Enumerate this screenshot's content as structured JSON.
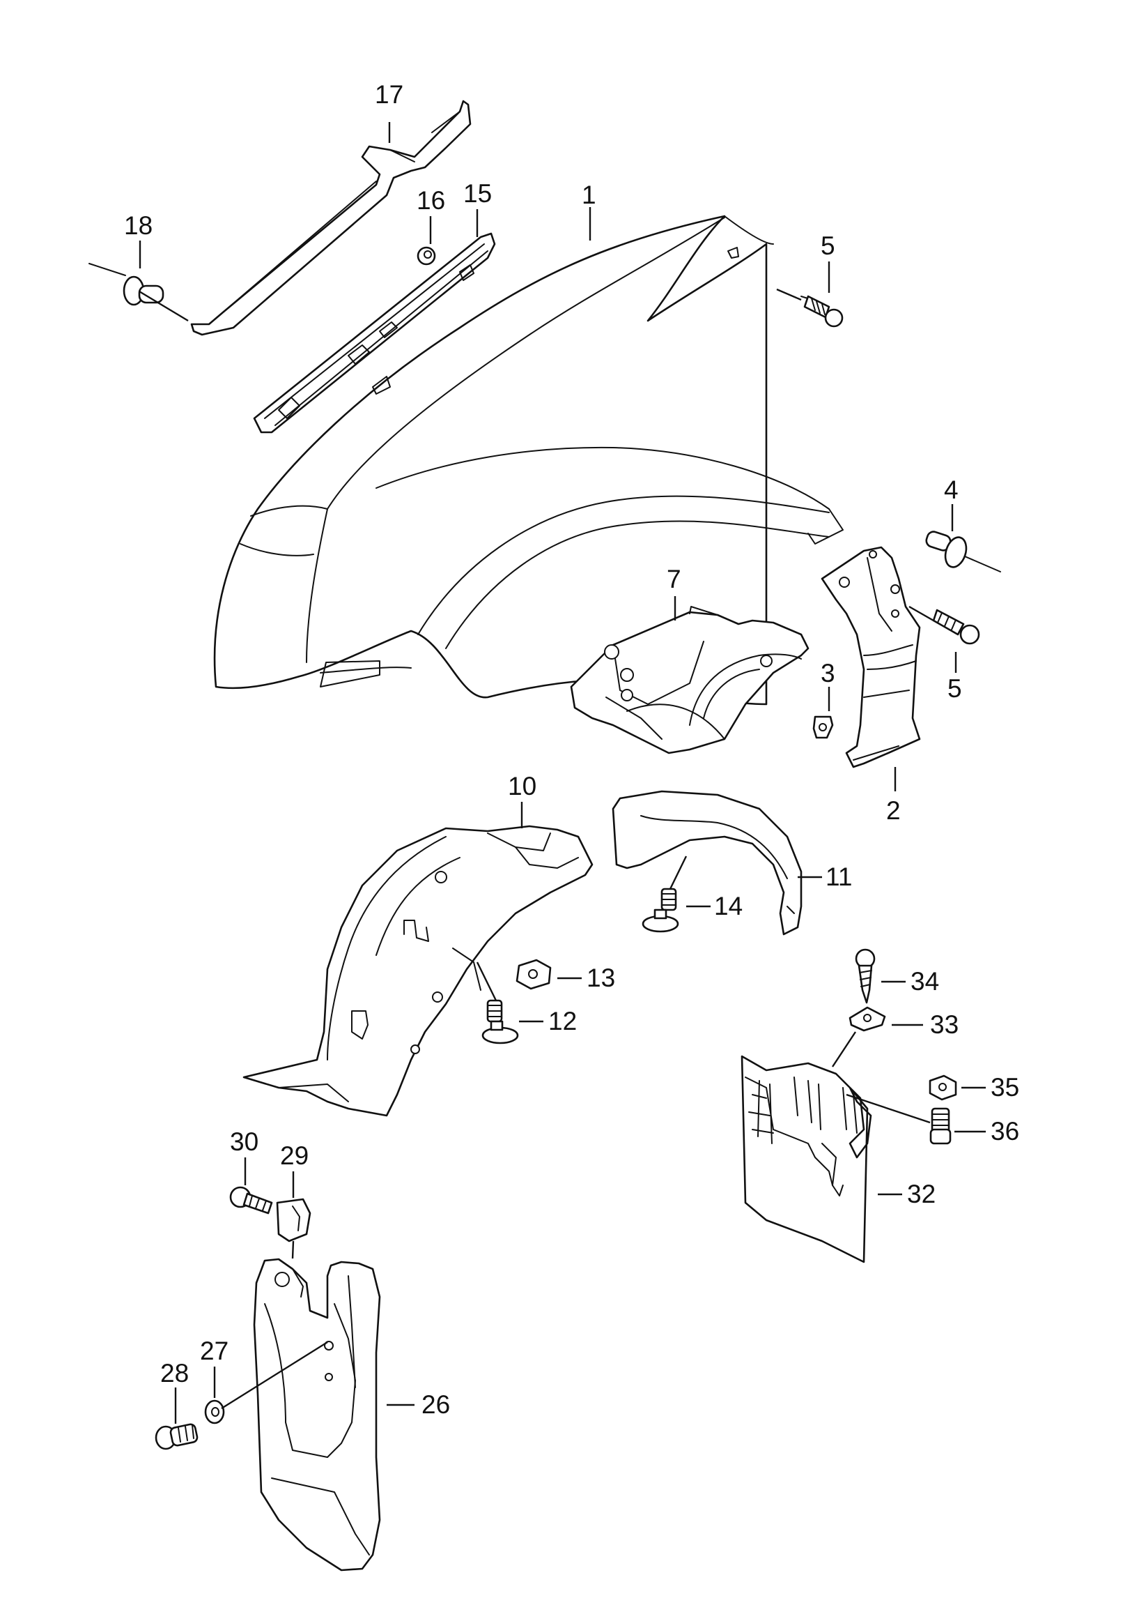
{
  "diagram": {
    "type": "exploded-parts-diagram",
    "line_color": "#111111",
    "background": "#ffffff",
    "callouts": {
      "c1": "1",
      "c2": "2",
      "c3": "3",
      "c4": "4",
      "c5a": "5",
      "c5b": "5",
      "c7": "7",
      "c10": "10",
      "c11": "11",
      "c12": "12",
      "c13": "13",
      "c14": "14",
      "c15": "15",
      "c16": "16",
      "c17": "17",
      "c18": "18",
      "c26": "26",
      "c27": "27",
      "c28": "28",
      "c29": "29",
      "c30": "30",
      "c32": "32",
      "c33": "33",
      "c34": "34",
      "c35": "35",
      "c36": "36"
    }
  }
}
